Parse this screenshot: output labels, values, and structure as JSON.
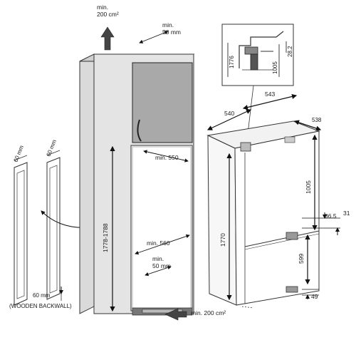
{
  "labels": {
    "vent_top": "min.\n200 cm²",
    "min_50_top": "min.\n50 mm",
    "min_550": "min. 550",
    "min_560": "min. 560",
    "min_50_bottom": "min.\n50 mm",
    "height_range": "1778-1788",
    "vent_bottom": "min. 200 cm²",
    "strip_60_left": "60 mm",
    "strip_60_right": "60 mm",
    "strip_60_bottom": "60 mm",
    "wooden_backwall": "(WOODEN BACKWALL)",
    "dim_540": "540",
    "dim_543": "543",
    "dim_538": "538",
    "dim_1776_detail": "1776",
    "dim_1005_detail": "1005",
    "dim_28_2": "28.2",
    "dim_1005": "1005",
    "dim_1770": "1770",
    "dim_86_5": "86.5",
    "dim_31": "31",
    "dim_599": "599",
    "dim_49": "49"
  }
}
